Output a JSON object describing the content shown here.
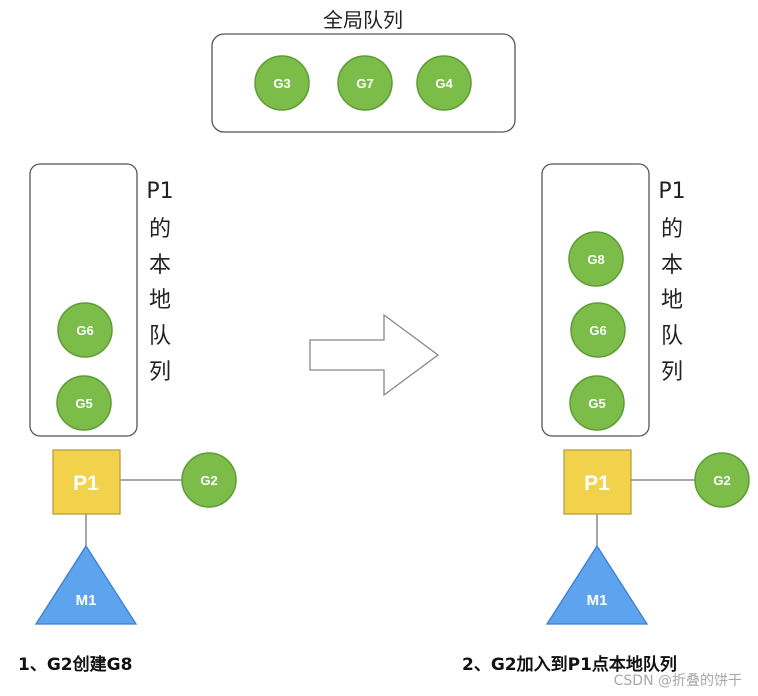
{
  "global_queue": {
    "title": "全局队列",
    "items": [
      "G3",
      "G7",
      "G4"
    ]
  },
  "left_panel": {
    "queue_label_chars": [
      "P1",
      "的",
      "本",
      "地",
      "队",
      "列"
    ],
    "queue_items": [
      "G6",
      "G5"
    ],
    "processor": "P1",
    "running_g": "G2",
    "machine": "M1",
    "caption": "1、G2创建G8"
  },
  "right_panel": {
    "queue_label_chars": [
      "P1",
      "的",
      "本",
      "地",
      "队",
      "列"
    ],
    "queue_items": [
      "G8",
      "G6",
      "G5"
    ],
    "processor": "P1",
    "running_g": "G2",
    "machine": "M1",
    "caption": "2、G2加入到P1点本地队列"
  },
  "watermark": "CSDN @折叠的饼干",
  "colors": {
    "goroutine_fill": "#7cbd4a",
    "goroutine_stroke": "#5f9c35",
    "processor_fill": "#f2d24a",
    "processor_stroke": "#b8a040",
    "machine_fill": "#5ea3ee",
    "machine_stroke": "#3f7fcf",
    "box_stroke": "#555555",
    "arrow_stroke": "#888888"
  }
}
